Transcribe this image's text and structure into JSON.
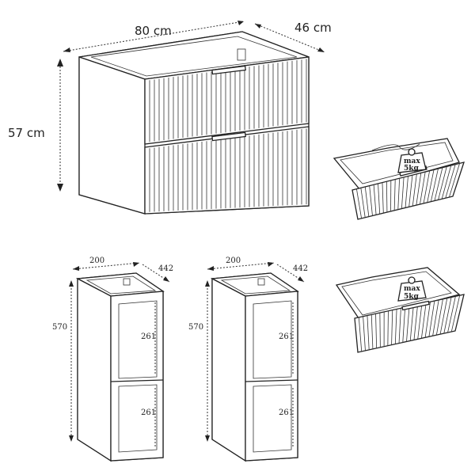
{
  "main_cabinet": {
    "width_label": "80 cm",
    "depth_label": "46 cm",
    "height_label": "57 cm"
  },
  "drawer_detail_top": {
    "weight_label": "max",
    "weight_value": "5kg"
  },
  "drawer_detail_bottom": {
    "weight_label": "max",
    "weight_value": "5kg"
  },
  "shelf_left": {
    "width_label": "200",
    "depth_label": "442",
    "height_label": "570",
    "upper_compartment_label": "261",
    "lower_compartment_label": "261"
  },
  "shelf_right": {
    "width_label": "200",
    "depth_label": "442",
    "height_label": "570",
    "upper_compartment_label": "261",
    "lower_compartment_label": "261"
  }
}
